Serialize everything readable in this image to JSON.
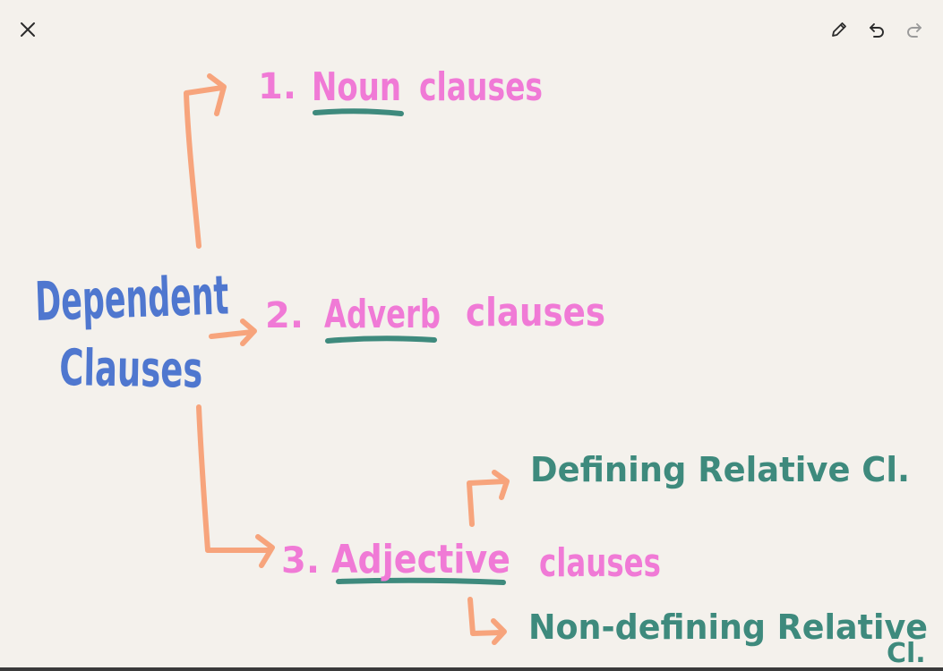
{
  "toolbar": {
    "close_icon": "close-icon",
    "pen_icon": "pencil-icon",
    "undo_icon": "undo-icon",
    "redo_icon": "redo-icon"
  },
  "colors": {
    "background": "#f4f1ec",
    "root": "#4f77cf",
    "branch": "#f07ad6",
    "sub": "#3e8a7d",
    "arrow": "#f7a47c",
    "underline": "#3e8a7d"
  },
  "diagram": {
    "root_line1": "Dependent",
    "root_line2": "Clauses",
    "branches": [
      {
        "number": "1.",
        "keyword": "Noun",
        "rest": "clauses"
      },
      {
        "number": "2.",
        "keyword": "Adverb",
        "rest": "clauses"
      },
      {
        "number": "3.",
        "keyword": "Adjective",
        "rest": "clauses"
      }
    ],
    "sub_branches": [
      {
        "line1": "Defining Relative Cl.",
        "line2": ""
      },
      {
        "line1": "Non-defining Relative",
        "line2": "Cl."
      }
    ]
  }
}
